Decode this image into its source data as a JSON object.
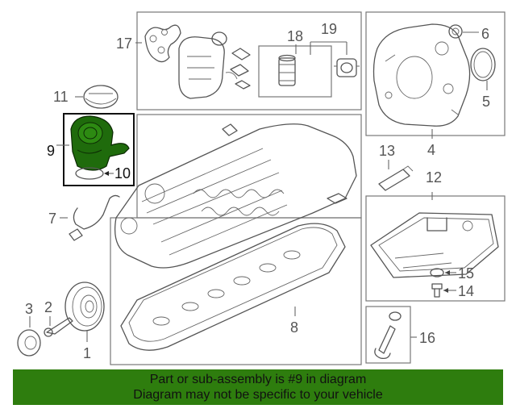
{
  "callouts": {
    "c1": "1",
    "c2": "2",
    "c3": "3",
    "c4": "4",
    "c5": "5",
    "c6": "6",
    "c7": "7",
    "c8": "8",
    "c9": "9",
    "c10": "10",
    "c11": "11",
    "c12": "12",
    "c13": "13",
    "c14": "14",
    "c15": "15",
    "c16": "16",
    "c17": "17",
    "c18": "18",
    "c19": "19"
  },
  "highlight": {
    "part_number": "9",
    "color": "#2e7d0e",
    "fill": "#1f6b0c"
  },
  "banner": {
    "line1": "Part or sub-assembly is #9 in diagram",
    "line2": "Diagram may not be specific to your vehicle",
    "color": "#2e7d0e"
  }
}
